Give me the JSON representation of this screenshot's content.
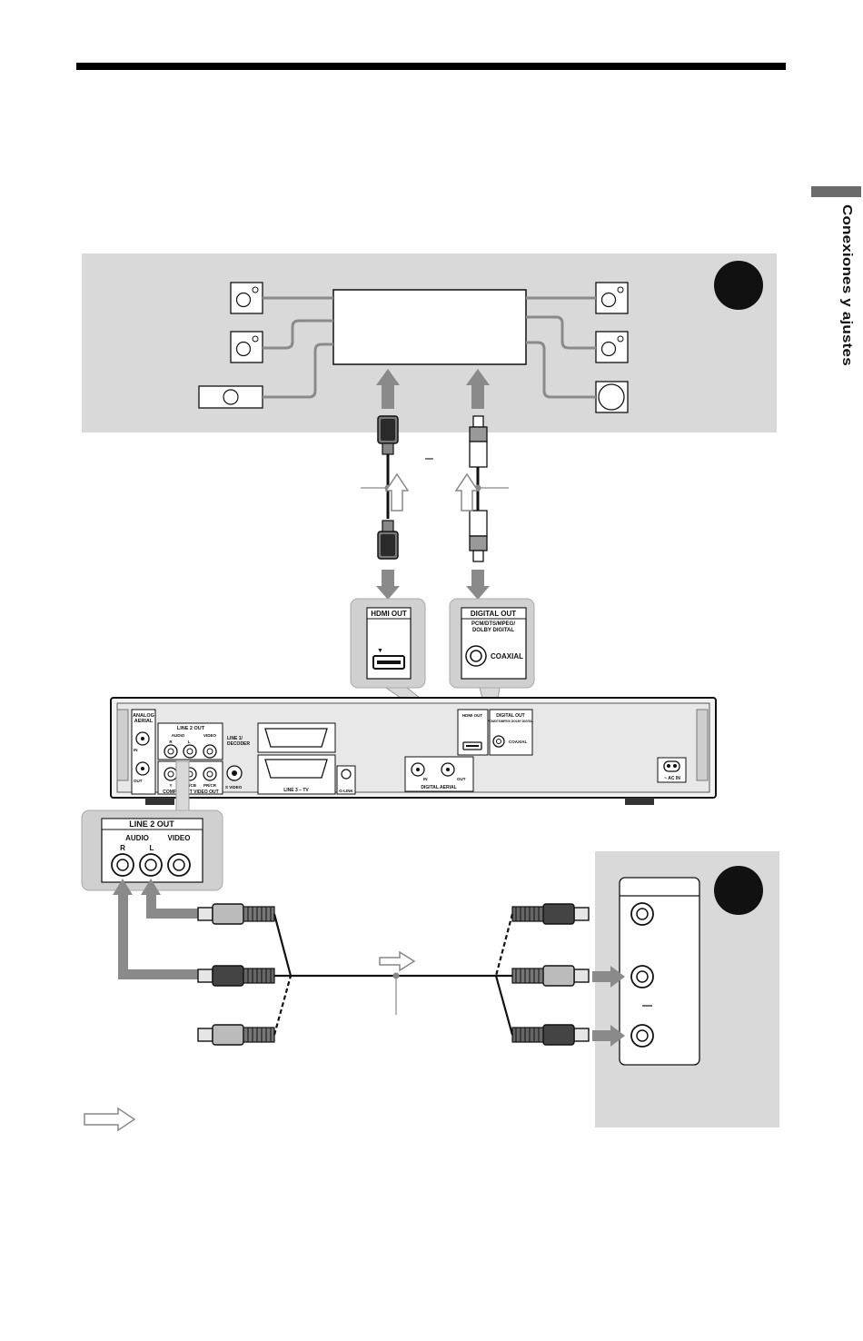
{
  "side_tab": {
    "label": "Conexiones y ajustes"
  },
  "panel_letters": {
    "top": "",
    "bottom": ""
  },
  "jacks": {
    "hdmi_out": "HDMI OUT",
    "digital_out": "DIGITAL OUT",
    "digital_out_formats_1": "PCM/DTS/MPEG/",
    "digital_out_formats_2": "DOLBY DIGITAL",
    "coaxial": "COAXIAL",
    "line2_out": "LINE 2 OUT",
    "audio": "AUDIO",
    "r": "R",
    "l": "L",
    "video": "VIDEO"
  },
  "rear_panel": {
    "analog_aerial_1": "ANALOG",
    "analog_aerial_2": "AERIAL",
    "in": "IN",
    "out": "OUT",
    "line2_out": "LINE 2 OUT",
    "audio": "AUDIO",
    "r": "R",
    "l": "L",
    "video": "VIDEO",
    "y": "Y",
    "pb_cb": "PB/CB",
    "pr_cr": "PR/CR",
    "component_video_out": "COMPONENT VIDEO OUT",
    "line1_decoder_1": "LINE 1/",
    "line1_decoder_2": "DECODER",
    "s_video": "S VIDEO",
    "line3_tv": "LINE 3 – TV",
    "g_link": "G-LINK",
    "hdmi_out": "HDMI OUT",
    "digital_out": "DIGITAL OUT",
    "digital_out_formats": "PCM/DTS/MPEG/ DOLBY DIGITAL",
    "coaxial": "COAXIAL",
    "digital_aerial": "DIGITAL AERIAL",
    "ac_in": "~ AC IN"
  },
  "dash": "–"
}
